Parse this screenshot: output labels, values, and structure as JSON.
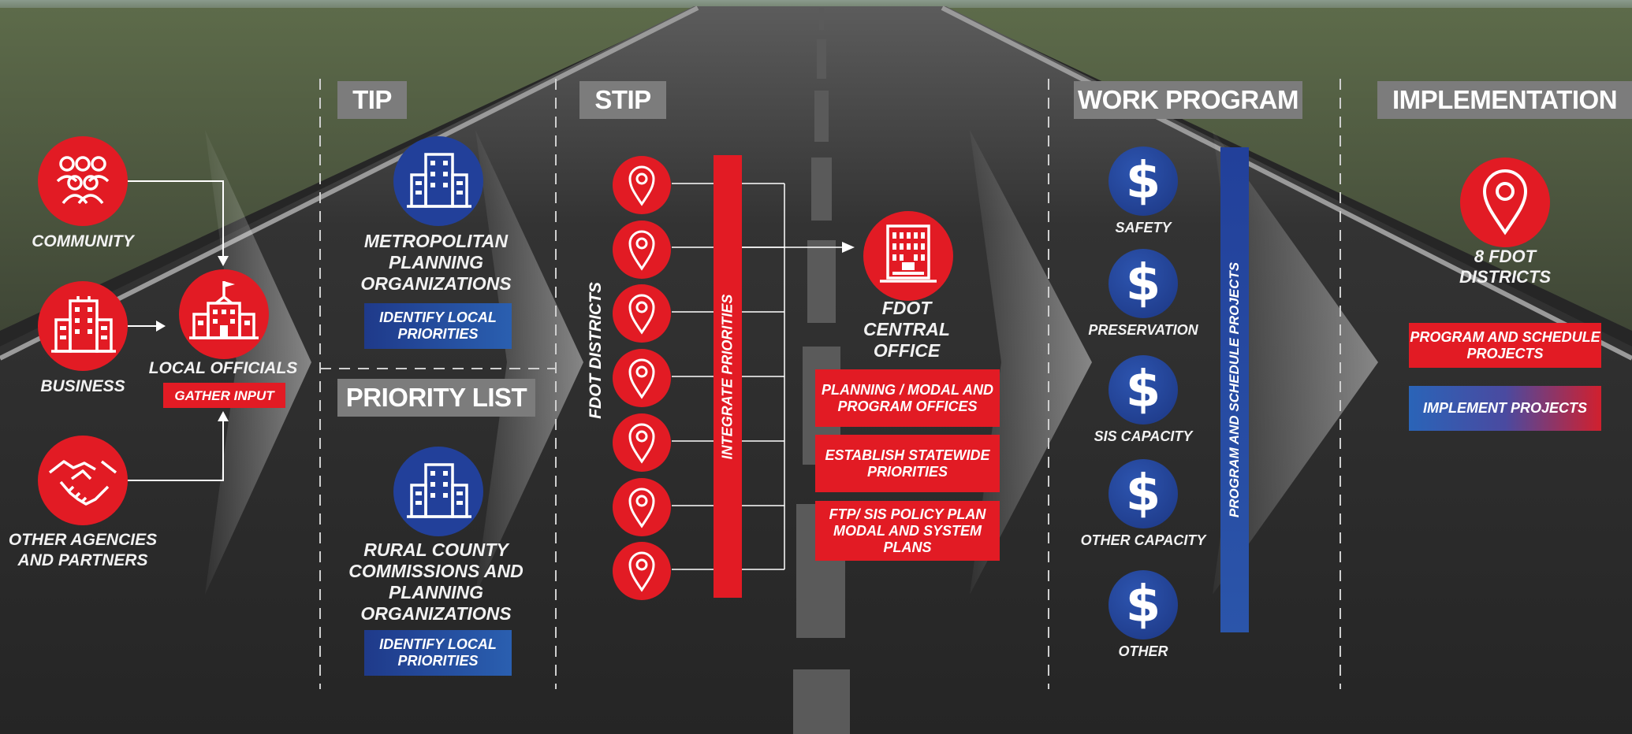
{
  "colors": {
    "red": "#e21b24",
    "blue": "#22409a",
    "header_gray": "#7c7c7c",
    "background": "#262626"
  },
  "headers": {
    "tip": "TIP",
    "stip": "STIP",
    "priority_list": "PRIORITY LIST",
    "work_program": "WORK PROGRAM",
    "implementation": "IMPLEMENTATION"
  },
  "inputs": {
    "community": "COMMUNITY",
    "business": "BUSINESS",
    "other_agencies": "OTHER AGENCIES AND PARTNERS",
    "local_officials": "LOCAL OFFICIALS",
    "gather_input": "GATHER INPUT"
  },
  "tip": {
    "mpo_label": "METROPOLITAN PLANNING ORGANIZATIONS",
    "mpo_action": "IDENTIFY LOCAL PRIORITIES"
  },
  "priority_list": {
    "rural_label": "RURAL COUNTY COMMISSIONS AND PLANNING ORGANIZATIONS",
    "rural_action": "IDENTIFY LOCAL PRIORITIES"
  },
  "stip": {
    "districts_label": "FDOT DISTRICTS",
    "integrate_label": "INTEGRATE PRIORITIES",
    "central_office_label": "FDOT CENTRAL OFFICE",
    "boxes": [
      "PLANNING / MODAL AND PROGRAM OFFICES",
      "ESTABLISH STATEWIDE PRIORITIES",
      "FTP/ SIS POLICY PLAN MODAL AND SYSTEM PLANS"
    ]
  },
  "work_program": {
    "funds": [
      "SAFETY",
      "PRESERVATION",
      "SIS CAPACITY",
      "OTHER CAPACITY",
      "OTHER"
    ],
    "dollar": "$",
    "bar_label": "PROGRAM AND SCHEDULE PROJECTS"
  },
  "implementation": {
    "districts_label": "8 FDOT DISTRICTS",
    "program_box": "PROGRAM AND SCHEDULE PROJECTS",
    "implement_box": "IMPLEMENT PROJECTS"
  }
}
